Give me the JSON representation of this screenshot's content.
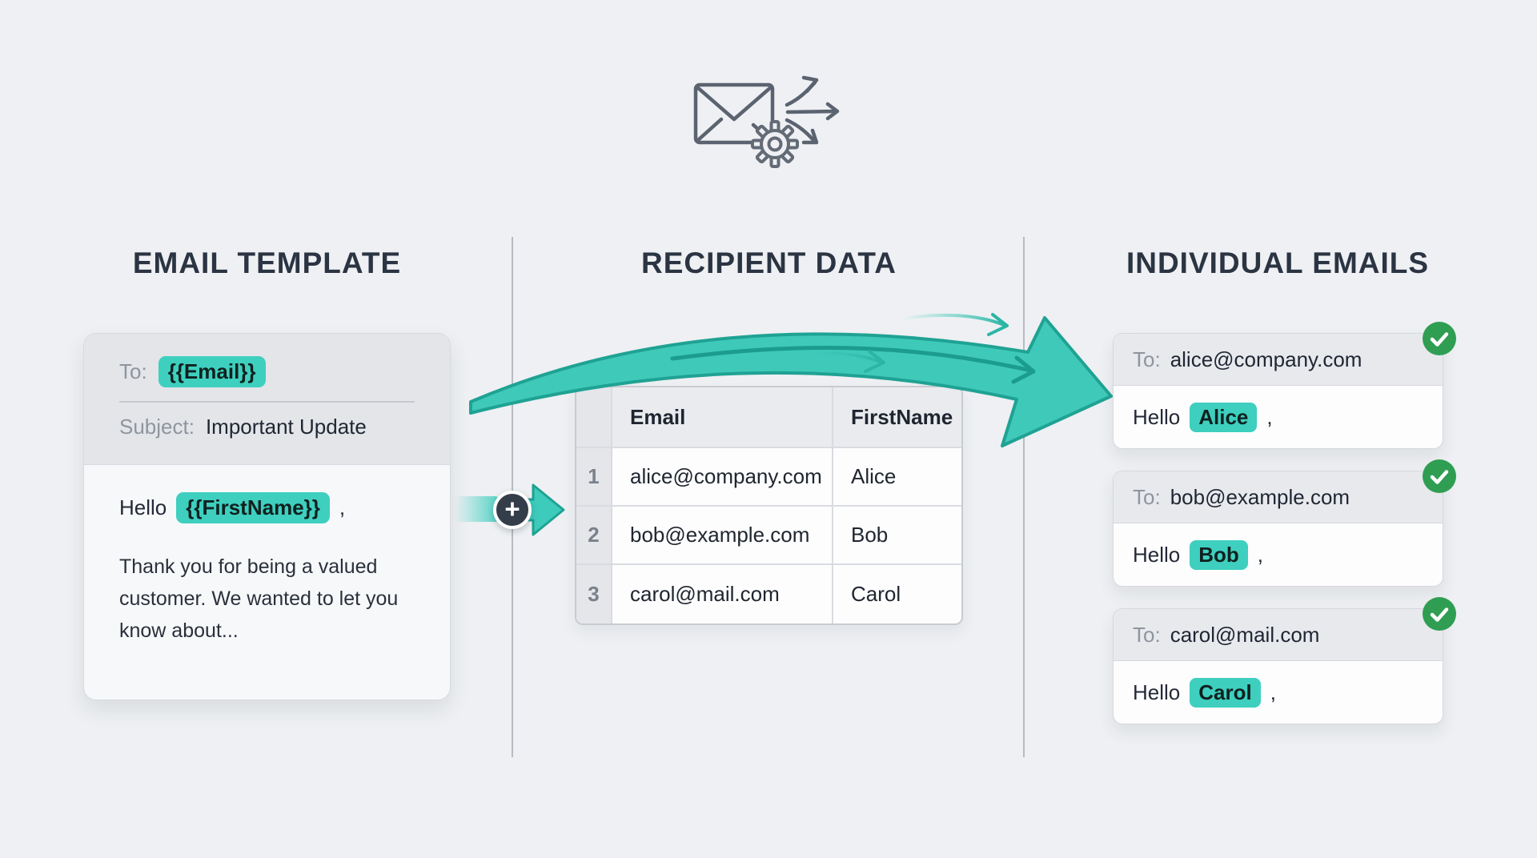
{
  "diagram": {
    "accent_teal": "#3ecfbf",
    "success_green": "#2f9e52",
    "heading_color": "#2b3442",
    "plus_symbol": "+"
  },
  "template_column": {
    "title": "EMAIL TEMPLATE",
    "card": {
      "to_label": "To:",
      "to_variable": "{{Email}}",
      "subject_label": "Subject:",
      "subject_value": "Important Update",
      "greeting_prefix": "Hello",
      "greeting_variable": "{{FirstName}}",
      "greeting_punctuation": ",",
      "body_text": "Thank you for being a valued customer. We wanted to let you know about..."
    }
  },
  "recipient_column": {
    "title": "RECIPIENT DATA",
    "table": {
      "columns": [
        "Email",
        "FirstName"
      ],
      "rows": [
        {
          "num": "1",
          "email": "alice@company.com",
          "first_name": "Alice"
        },
        {
          "num": "2",
          "email": "bob@example.com",
          "first_name": "Bob"
        },
        {
          "num": "3",
          "email": "carol@mail.com",
          "first_name": "Carol"
        }
      ]
    }
  },
  "output_column": {
    "title": "INDIVIDUAL EMAILS",
    "emails": [
      {
        "to_label": "To:",
        "address": "alice@company.com",
        "greeting_prefix": "Hello",
        "name": "Alice",
        "greeting_punctuation": ","
      },
      {
        "to_label": "To:",
        "address": "bob@example.com",
        "greeting_prefix": "Hello",
        "name": "Bob",
        "greeting_punctuation": ","
      },
      {
        "to_label": "To:",
        "address": "carol@mail.com",
        "greeting_prefix": "Hello",
        "name": "Carol",
        "greeting_punctuation": ","
      }
    ]
  }
}
